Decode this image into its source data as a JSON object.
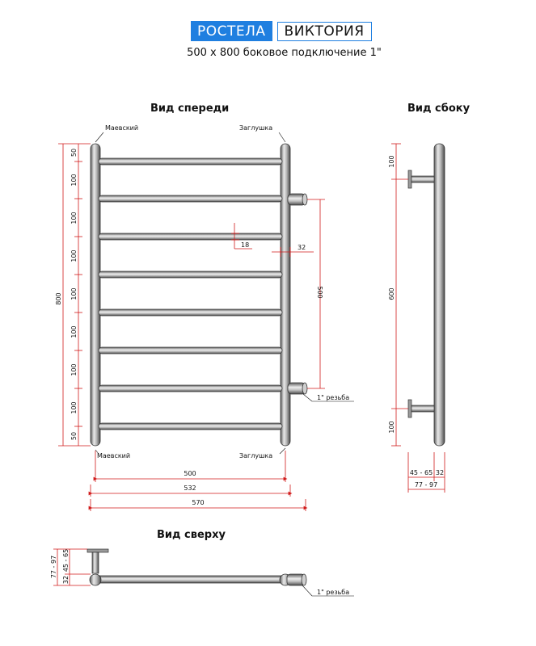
{
  "header": {
    "brand": "РОСТЕЛА",
    "model": "ВИКТОРИЯ",
    "subtitle": "500 x 800 боковое подключение 1\""
  },
  "front": {
    "title": "Вид спереди",
    "top_left": "Маевский",
    "top_right": "Заглушка",
    "bottom_left": "Маевский",
    "bottom_right": "Заглушка",
    "height_total": "800",
    "spacing": [
      "50",
      "100",
      "100",
      "100",
      "100",
      "100",
      "100",
      "100",
      "50"
    ],
    "bar_gap": "18",
    "pipe_offset": "32",
    "connection_dist": "500",
    "thread": "1\" резьба",
    "width_inner": "500",
    "width_outer": "532",
    "width_total": "570",
    "accent_color": "#d11a1a"
  },
  "side": {
    "title": "Вид сбоку",
    "top": "100",
    "middle": "600",
    "bottom": "100",
    "depth_range": "45 - 65",
    "depth_tail": "32",
    "depth_total": "77 - 97"
  },
  "top_view": {
    "title": "Вид сверху",
    "dim_total": "77 - 97",
    "dim_a": "32",
    "dim_b": "45 - 65",
    "thread": "1\" резьба"
  }
}
